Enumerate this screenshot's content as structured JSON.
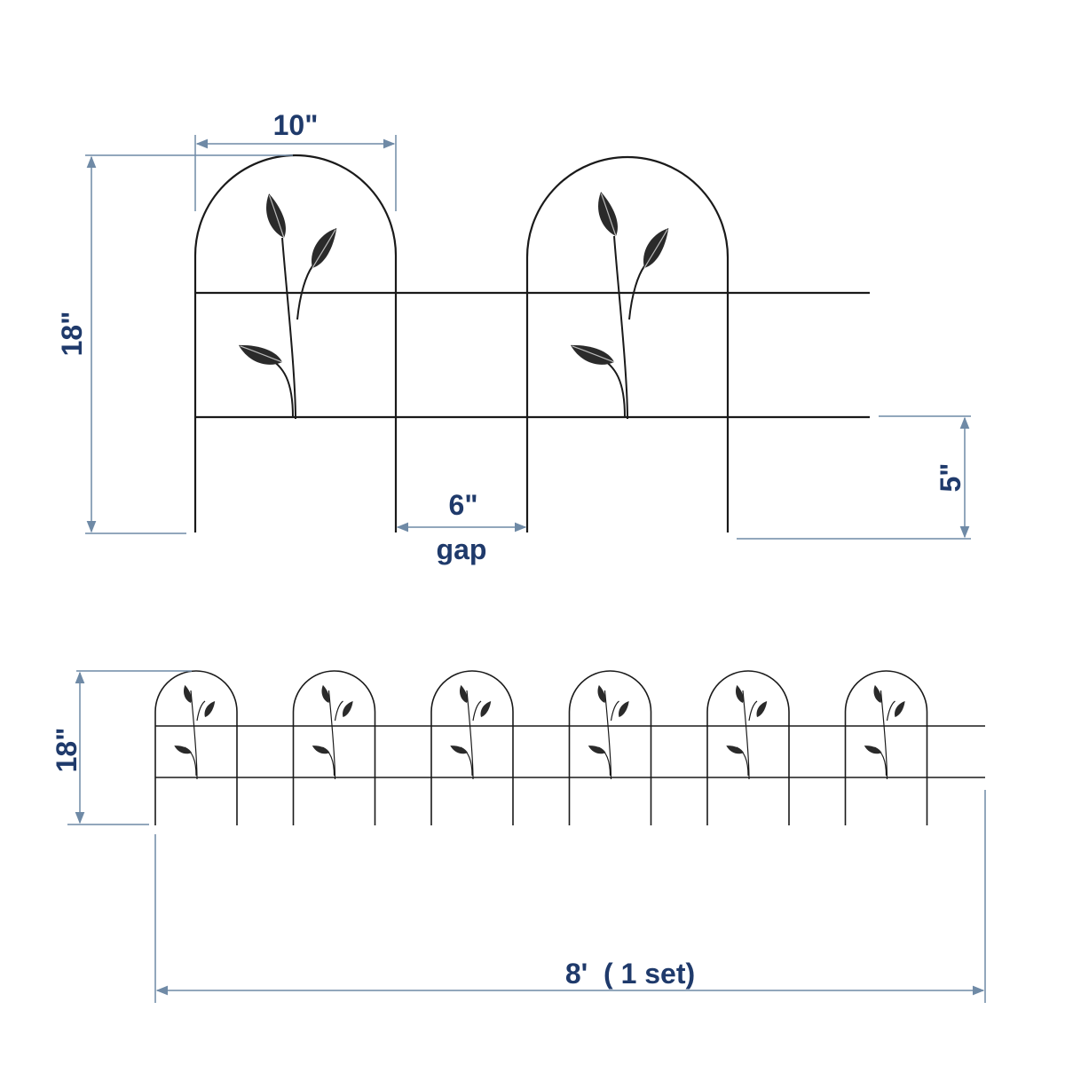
{
  "labels": {
    "arch_width": "10\"",
    "panel_height": "18\"",
    "gap_value": "6\"",
    "gap_word": "gap",
    "ground_spike": "5\"",
    "set_height": "18\"",
    "set_length": "8'  ( 1 set)"
  },
  "colors": {
    "wire": "#1a1a1a",
    "dimension_line": "#6f8aa6",
    "dimension_text": "#1f3a6b",
    "leaf": "#2a2a2a"
  },
  "panels_per_set": 6
}
